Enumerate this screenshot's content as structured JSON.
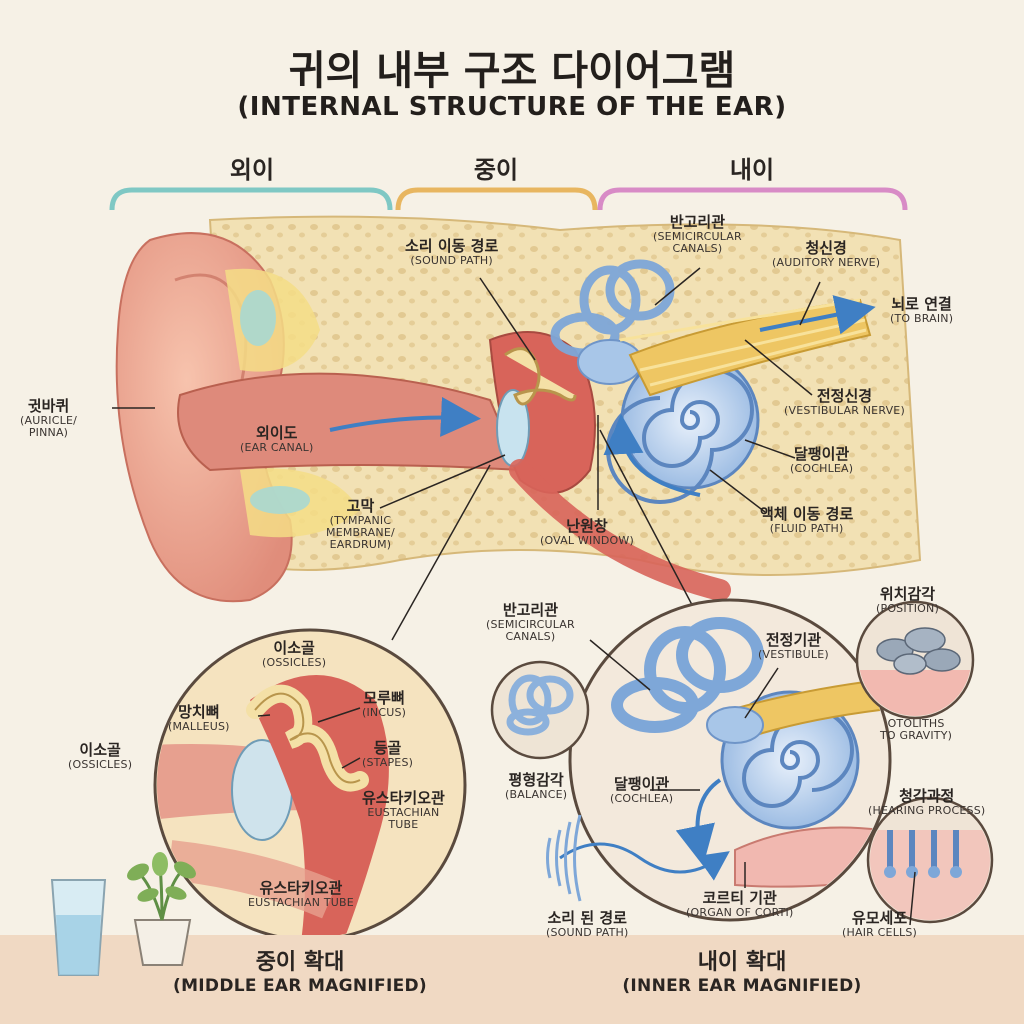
{
  "title": {
    "korean": "귀의 내부 구조 다이어그램",
    "english": "(INTERNAL STRUCTURE OF THE EAR)"
  },
  "sections": {
    "outer": "외이",
    "middle": "중이",
    "inner": "내이"
  },
  "labels": {
    "auricle": {
      "ko": "귓바퀴",
      "en1": "(AURICLE/",
      "en2": "PINNA)"
    },
    "ear_canal": {
      "ko": "외이도",
      "en": "(EAR CANAL)"
    },
    "sound_path": {
      "ko": "소리 이동 경로",
      "en": "(SOUND PATH)"
    },
    "tympanic": {
      "ko": "고막",
      "en1": "(TYMPANIC",
      "en2": "MEMBRANE/",
      "en3": "EARDRUM)"
    },
    "oval_window": {
      "ko": "난원창",
      "en": "(OVAL WINDOW)"
    },
    "semicircular": {
      "ko": "반고리관",
      "en1": "(SEMICIRCULAR",
      "en2": "CANALS)"
    },
    "auditory_nerve": {
      "ko": "청신경",
      "en": "(AUDITORY NERVE)"
    },
    "to_brain": {
      "ko": "뇌로 연결",
      "en": "(TO BRAIN)"
    },
    "vestibular_nerve": {
      "ko": "전정신경",
      "en": "(VESTIBULAR NERVE)"
    },
    "cochlea": {
      "ko": "달팽이관",
      "en": "(COCHLEA)"
    },
    "fluid_path": {
      "ko": "액체 이동 경로",
      "en": "(FLUID PATH)"
    },
    "ossicles_main": {
      "ko": "이소골",
      "en": "(OSSICLES)"
    },
    "ossicles_inset": {
      "ko": "이소골",
      "en": "(OSSICLES)"
    },
    "malleus": {
      "ko": "망치뼈",
      "en": "(MALLEUS)"
    },
    "incus": {
      "ko": "모루뼈",
      "en": "(INCUS)"
    },
    "stapes": {
      "ko": "등골",
      "en": "(STAPES)"
    },
    "eustachian_1": {
      "ko": "유스타키오관",
      "en1": "EUSTACHIAN",
      "en2": "TUBE"
    },
    "eustachian_2": {
      "ko": "유스타키오관",
      "en": "EUSTACHIAN TUBE"
    },
    "semicircular_2": {
      "ko": "반고리관",
      "en1": "(SEMICIRCULAR",
      "en2": "CANALS)"
    },
    "vestibule": {
      "ko": "전정기관",
      "en": "(VESTIBULE)"
    },
    "position": {
      "ko": "위치감각",
      "en": "(POSITION)"
    },
    "otoliths": {
      "en1": "OTOLITHS",
      "en2": "TO GRAVITY)"
    },
    "balance": {
      "ko": "평형감각",
      "en": "(BALANCE)"
    },
    "cochlea_2": {
      "ko": "달팽이관",
      "en": "(COCHLEA)"
    },
    "hearing": {
      "ko": "청각과정",
      "en": "(HEARING PROCESS)"
    },
    "corti": {
      "ko": "코르티 기관",
      "en": "(ORGAN OF CORTI)"
    },
    "sound_path_2": {
      "ko": "소리 된 경로",
      "en": "(SOUND PATH)"
    },
    "hair_cells": {
      "ko": "유모세포",
      "en": "(HAIR CELLS)"
    }
  },
  "captions": {
    "middle": {
      "ko": "중이 확대",
      "en": "(MIDDLE EAR MAGNIFIED)"
    },
    "inner": {
      "ko": "내이 확대",
      "en": "(INNER EAR MAGNIFIED)"
    }
  },
  "colors": {
    "outer_bracket": "#7fc8c4",
    "middle_bracket": "#e8b660",
    "inner_bracket": "#d88bc6",
    "skin": "#e8a08c",
    "canal": "#d9786c",
    "bone": "#f1dfae",
    "cochlea": "#7ea7d8",
    "nerve": "#e8c25a",
    "arrow": "#3f7fc4",
    "background": "#f6f1e6"
  }
}
